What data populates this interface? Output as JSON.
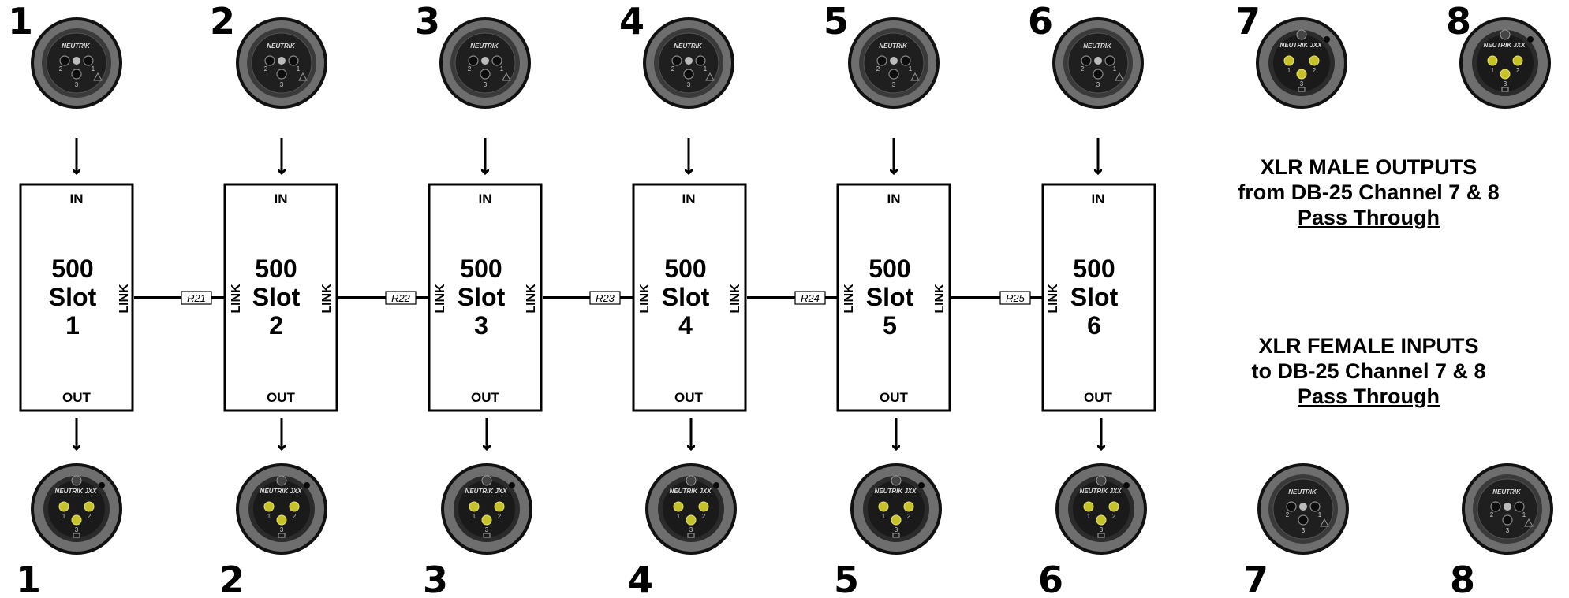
{
  "slots": [
    {
      "top_number": "1",
      "bottom_number": "1",
      "in_label": "IN",
      "out_label": "OUT",
      "title_line1": "500",
      "title_line2": "Slot",
      "title_line3": "1",
      "link_left": "",
      "link_right": "LINK",
      "resistor": "R21"
    },
    {
      "top_number": "2",
      "bottom_number": "2",
      "in_label": "IN",
      "out_label": "OUT",
      "title_line1": "500",
      "title_line2": "Slot",
      "title_line3": "2",
      "link_left": "LINK",
      "link_right": "LINK",
      "resistor": "R22"
    },
    {
      "top_number": "3",
      "bottom_number": "3",
      "in_label": "IN",
      "out_label": "OUT",
      "title_line1": "500",
      "title_line2": "Slot",
      "title_line3": "3",
      "link_left": "LINK",
      "link_right": "LINK",
      "resistor": "R23"
    },
    {
      "top_number": "4",
      "bottom_number": "4",
      "in_label": "IN",
      "out_label": "OUT",
      "title_line1": "500",
      "title_line2": "Slot",
      "title_line3": "4",
      "link_left": "LINK",
      "link_right": "LINK",
      "resistor": "R24"
    },
    {
      "top_number": "5",
      "bottom_number": "5",
      "in_label": "IN",
      "out_label": "OUT",
      "title_line1": "500",
      "title_line2": "Slot",
      "title_line3": "5",
      "link_left": "LINK",
      "link_right": "LINK",
      "resistor": "R25"
    },
    {
      "top_number": "6",
      "bottom_number": "6",
      "in_label": "IN",
      "out_label": "OUT",
      "title_line1": "500",
      "title_line2": "Slot",
      "title_line3": "6",
      "link_left": "LINK",
      "link_right": "",
      "resistor": ""
    }
  ],
  "passthrough": {
    "top_numbers": [
      "7",
      "8"
    ],
    "bottom_numbers": [
      "7",
      "8"
    ],
    "male_outputs": {
      "line1": "XLR MALE OUTPUTS",
      "line2": "from DB-25 Channel 7 & 8",
      "line3": "Pass Through"
    },
    "female_inputs": {
      "line1": "XLR FEMALE INPUTS",
      "line2": "to DB-25 Channel 7 & 8",
      "line3": "Pass Through"
    }
  },
  "connector_brand": "NEUTRIK",
  "female_pins": [
    "2",
    "1",
    "3"
  ],
  "male_pins": [
    "1",
    "2",
    "3"
  ],
  "colors": {
    "pin_gold": "#c8c22a",
    "connector_ring": "#6e6e6e",
    "connector_face": "#1f1f1f"
  }
}
